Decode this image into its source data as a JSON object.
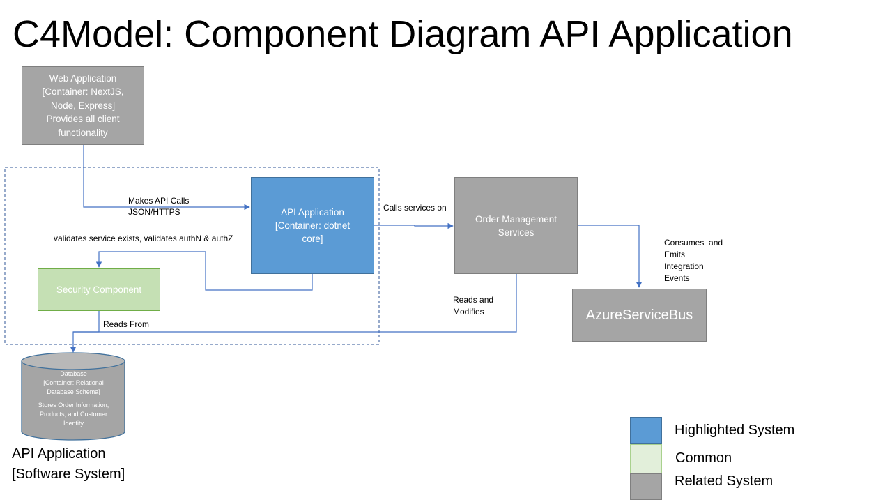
{
  "title": "C4Model: Component Diagram API Application",
  "nodes": {
    "web_app": {
      "lines": [
        "Web Application",
        "[Container: NextJS,",
        "Node, Express]",
        "Provides all client",
        "functionality"
      ]
    },
    "api_app": {
      "lines": [
        "API Application",
        "[Container: dotnet",
        "core]"
      ]
    },
    "order_mgmt": {
      "lines": [
        "Order Management",
        "Services"
      ]
    },
    "security": {
      "label": "Security Component"
    },
    "bus": {
      "label": "AzureServiceBus"
    },
    "database": {
      "lines": [
        "Database",
        "[Container: Relational",
        "Database Schema]"
      ],
      "desc_lines": [
        "Stores Order Information,",
        "Products, and Customer",
        "Identity"
      ]
    }
  },
  "edges": {
    "web_to_api": [
      "Makes API Calls",
      "JSON/HTTPS"
    ],
    "api_to_security": "validates service exists, validates authN & authZ",
    "api_to_oms": "Calls services on",
    "security_to_db": "Reads From",
    "oms_to_db": [
      "Reads and",
      "Modifies"
    ],
    "oms_to_bus": [
      "Consumes  and",
      "Emits",
      "Integration",
      "Events"
    ]
  },
  "boundary": {
    "lines": [
      "API Application",
      "[Software System]"
    ]
  },
  "legend": [
    {
      "label": "Highlighted System",
      "color": "#5b9bd5"
    },
    {
      "label": "Common",
      "color": "#e2efda"
    },
    {
      "label": "Related System",
      "color": "#a5a5a5"
    }
  ],
  "colors": {
    "line": "#4472c4",
    "highlight": "#5b9bd5",
    "related": "#a5a5a5",
    "component": "#c5e0b4"
  }
}
